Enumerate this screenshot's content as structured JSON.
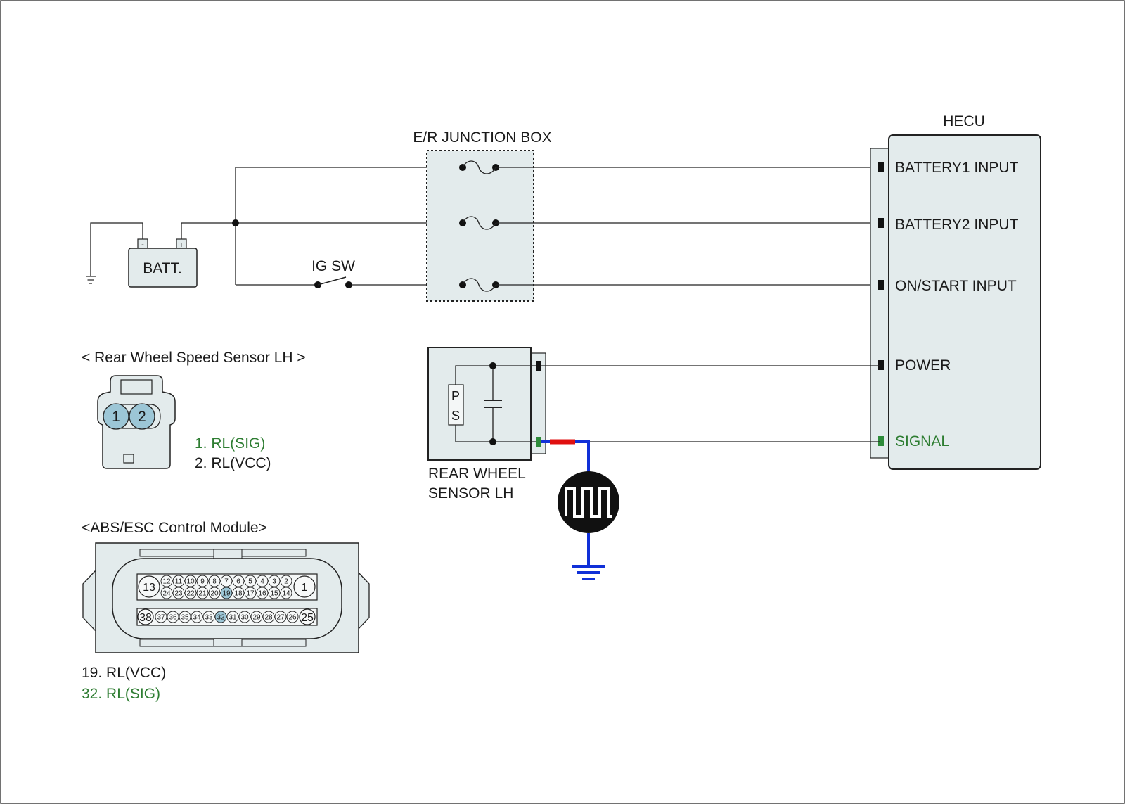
{
  "diagram": {
    "junction_box": {
      "title": "E/R JUNCTION BOX"
    },
    "hecu": {
      "title": "HECU",
      "pins": [
        {
          "label": "BATTERY1 INPUT"
        },
        {
          "label": "BATTERY2 INPUT"
        },
        {
          "label": "ON/START INPUT"
        },
        {
          "label": "POWER"
        },
        {
          "label": "SIGNAL"
        }
      ]
    },
    "battery": {
      "label": "BATT.",
      "neg": "-",
      "pos": "+"
    },
    "ig_switch": {
      "label": "IG SW"
    },
    "sensor": {
      "label_line1": "REAR WHEEL",
      "label_line2": "SENSOR LH",
      "p": "P",
      "s": "S"
    },
    "rwss_connector": {
      "title": "< Rear Wheel Speed Sensor LH >",
      "pin1": "1",
      "pin2": "2",
      "legend": [
        "1. RL(SIG)",
        "2. RL(VCC)"
      ]
    },
    "abs_connector": {
      "title": "<ABS/ESC Control Module>",
      "top_row": [
        "12",
        "11",
        "10",
        "9",
        "8",
        "7",
        "6",
        "5",
        "4",
        "3",
        "2"
      ],
      "second_row": [
        "24",
        "23",
        "22",
        "21",
        "20",
        "19",
        "18",
        "17",
        "16",
        "15",
        "14"
      ],
      "bottom_row": [
        "37",
        "36",
        "35",
        "34",
        "33",
        "32",
        "31",
        "30",
        "29",
        "28",
        "27",
        "26"
      ],
      "big_pins": {
        "top_left": "13",
        "top_right": "1",
        "bottom_left": "38",
        "bottom_right": "25"
      },
      "highlighted": [
        "19",
        "32"
      ],
      "legend": [
        "19. RL(VCC)",
        "32. RL(SIG)"
      ]
    }
  },
  "colors": {
    "signal_text": "#2e7d32",
    "highlight_pin": "#9cc6d6",
    "ground_wire": "#1030d8",
    "signal_wire_segment": "#e01010",
    "box_fill": "#e3ebec"
  }
}
